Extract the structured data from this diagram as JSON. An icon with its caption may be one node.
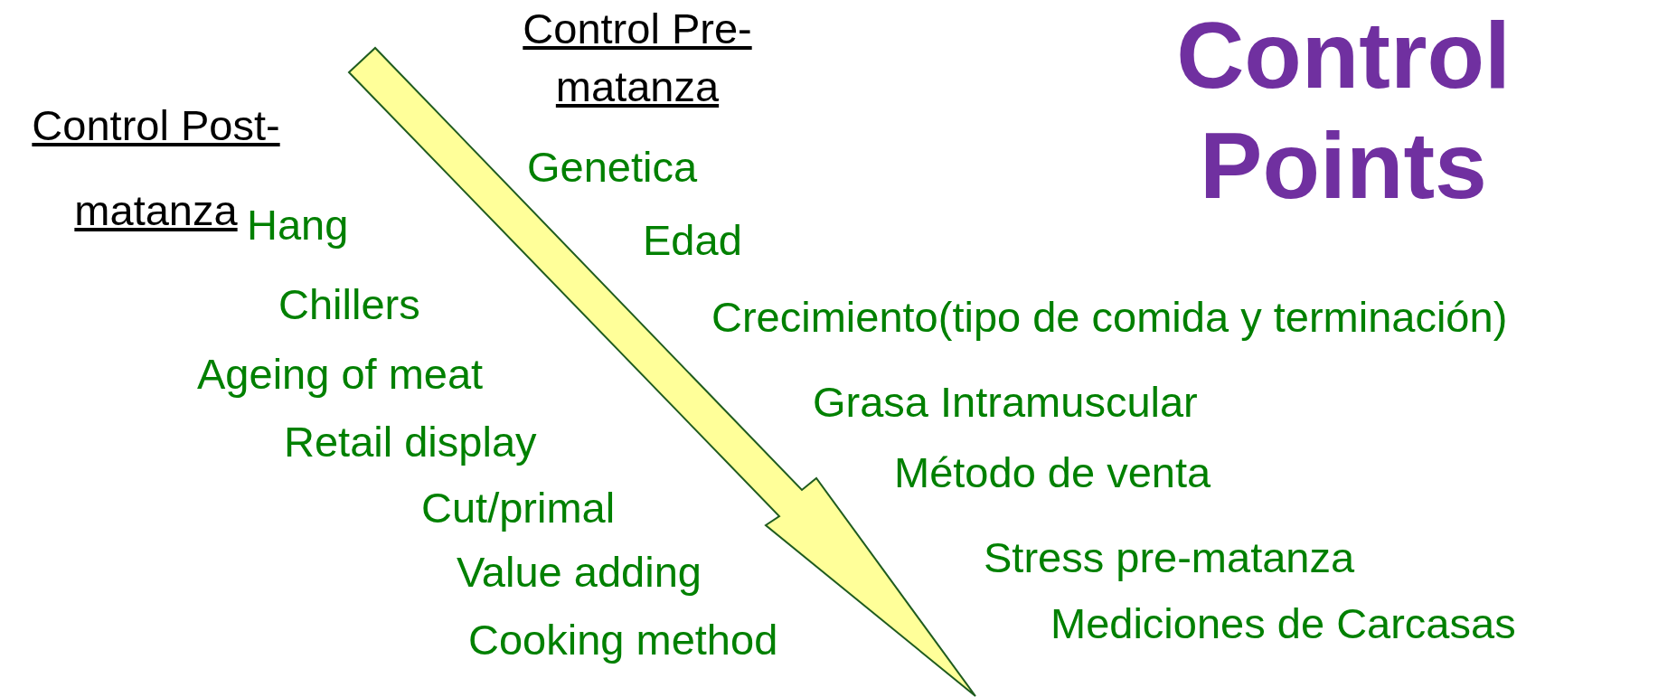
{
  "diagram": {
    "title": "Control Points",
    "labels": [
      "Control Pre- matanza",
      "Control Post- matanza",
      "Genetica",
      "Hang",
      "Edad",
      "Chillers",
      "Crecimiento(tipo de comida y terminación)",
      "Ageing of meat",
      "Grasa Intramuscular",
      "Retail display",
      "Método de venta",
      "Cut/primal",
      "Value adding",
      "Stress pre-matanza",
      "Cooking method",
      "Mediciones de Carcasas"
    ]
  }
}
